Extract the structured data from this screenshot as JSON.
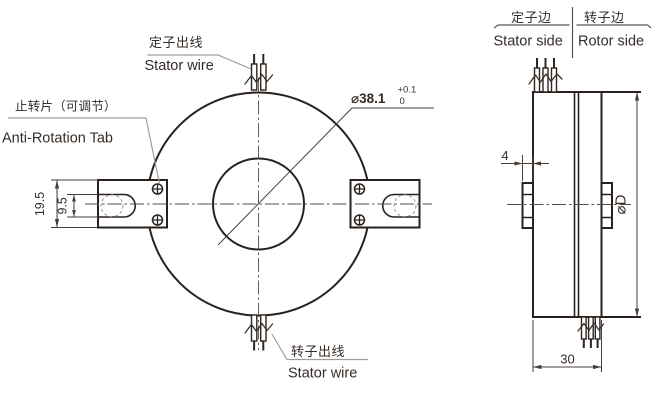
{
  "drawing": {
    "front_view": {
      "label_stator_wire_top": {
        "zh": "定子出线",
        "en": "Stator wire"
      },
      "label_anti_rotation_tab": {
        "zh": "止转片（可调节）",
        "en": "Anti-Rotation Tab"
      },
      "label_rotor_wire_bottom": {
        "zh": "转子出线",
        "en": "Stator wire"
      },
      "dim_bore": {
        "value": "⌀38.1",
        "tol_upper": "+0.1",
        "tol_lower": "0"
      },
      "dim_tab_height": "19.5",
      "dim_slot_height": "9.5"
    },
    "side_view": {
      "header": {
        "stator": {
          "zh": "定子边",
          "en": "Stator side"
        },
        "rotor": {
          "zh": "转子边",
          "en": "Rotor side"
        }
      },
      "dim_tab_thickness": "4",
      "dim_length": "30",
      "dim_outer_diameter": "⌀D"
    }
  }
}
